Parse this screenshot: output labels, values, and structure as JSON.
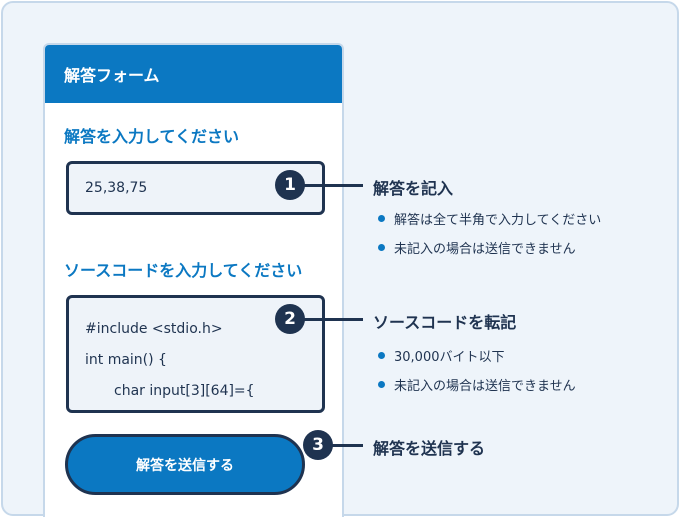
{
  "form": {
    "title": "解答フォーム",
    "answer_label": "解答を入力してください",
    "answer_value": "25,38,75",
    "code_label": "ソースコードを入力してください",
    "code_lines": [
      "#include <stdio.h>",
      "int main() {",
      "char input[3][64]={"
    ],
    "submit_label": "解答を送信する"
  },
  "annotations": [
    {
      "number": "1",
      "title": "解答を記入",
      "bullets": [
        "解答は全て半角で入力してください",
        "未記入の場合は送信できません"
      ]
    },
    {
      "number": "2",
      "title": "ソースコードを転記",
      "bullets": [
        "30,000バイト以下",
        "未記入の場合は送信できません"
      ]
    },
    {
      "number": "3",
      "title": "解答を送信する",
      "bullets": []
    }
  ],
  "colors": {
    "accent": "#0b78c2",
    "navy": "#1f3350",
    "background": "#eef4fa",
    "border": "#c6d8ea"
  }
}
